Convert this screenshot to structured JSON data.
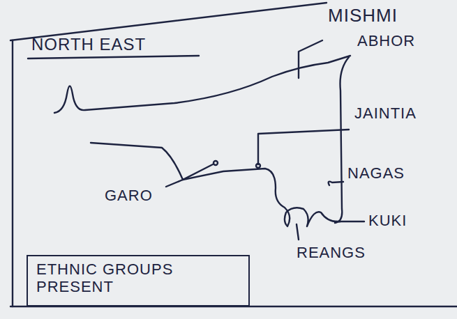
{
  "diagram": {
    "title": "NORTH EAST",
    "nodes": [
      {
        "text": [
          "ETHNIC GROUPS PRESENT"
        ]
      }
    ],
    "labels": [
      "MISHMI",
      "ABHOR",
      "JAINTIA",
      "NAGAS",
      "KUKI",
      "GARO",
      "REANGS"
    ]
  }
}
